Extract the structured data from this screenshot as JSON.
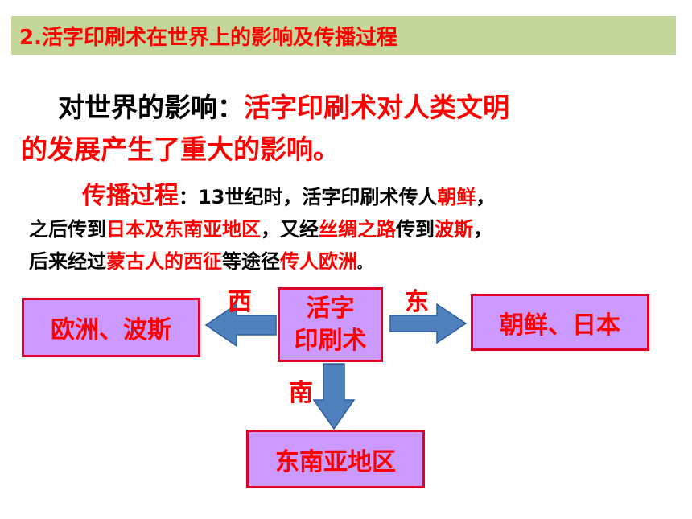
{
  "title": "2.活字印刷术在世界上的影响及传播过程",
  "impact": {
    "lead": "对世界的影响：",
    "text1": "活字印刷术对人类文明",
    "text2": "的发展产生了重大的影响。"
  },
  "spread": {
    "head": "传播过程",
    "colon": "：",
    "p1": "13世纪时，活字印刷术传人",
    "korea": "朝鲜",
    "p2": "，",
    "p3": "之后传到",
    "japan_sea": "日本及东南亚地区",
    "p4": "，又经",
    "silk_road": "丝绸之路",
    "p5": "传到",
    "persia": "波斯",
    "p6": "，",
    "p7": "后来经过",
    "mongol": "蒙古人的西征",
    "p8": "等途径",
    "europe": "传人欧洲",
    "p9": "。"
  },
  "diagram": {
    "center_line1": "活字",
    "center_line2": "印刷术",
    "west_label": "西",
    "east_label": "东",
    "south_label": "南",
    "west_box": "欧洲、波斯",
    "east_box": "朝鲜、日本",
    "south_box": "东南亚地区"
  },
  "colors": {
    "title_bg": "#c4d79b",
    "highlight": "#ff0000",
    "box_fill": "#cc99ff",
    "arrow_fill": "#4f81bd"
  }
}
